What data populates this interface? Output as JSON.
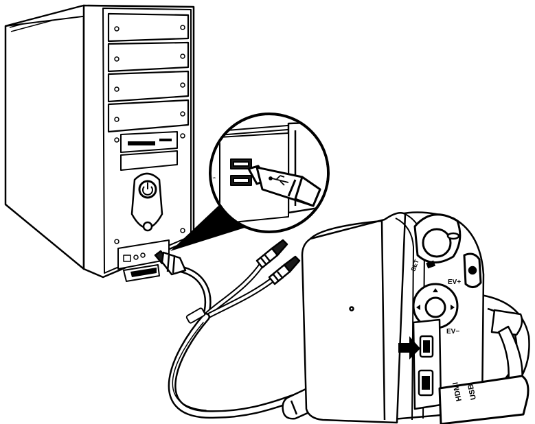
{
  "camera_labels": {
    "ev_plus": "EV+",
    "ev_minus": "EV−",
    "set": "SET",
    "hdmi_port": "HDMI",
    "usb_port": "USB"
  },
  "colors": {
    "ink": "#000000",
    "paper": "#ffffff",
    "shade": "#1a1a1a",
    "grey": "#9a9a9a"
  },
  "icons": [
    "power-icon",
    "usb-trident-icon",
    "arrow-right-icon",
    "record-icon",
    "camera-icon"
  ]
}
